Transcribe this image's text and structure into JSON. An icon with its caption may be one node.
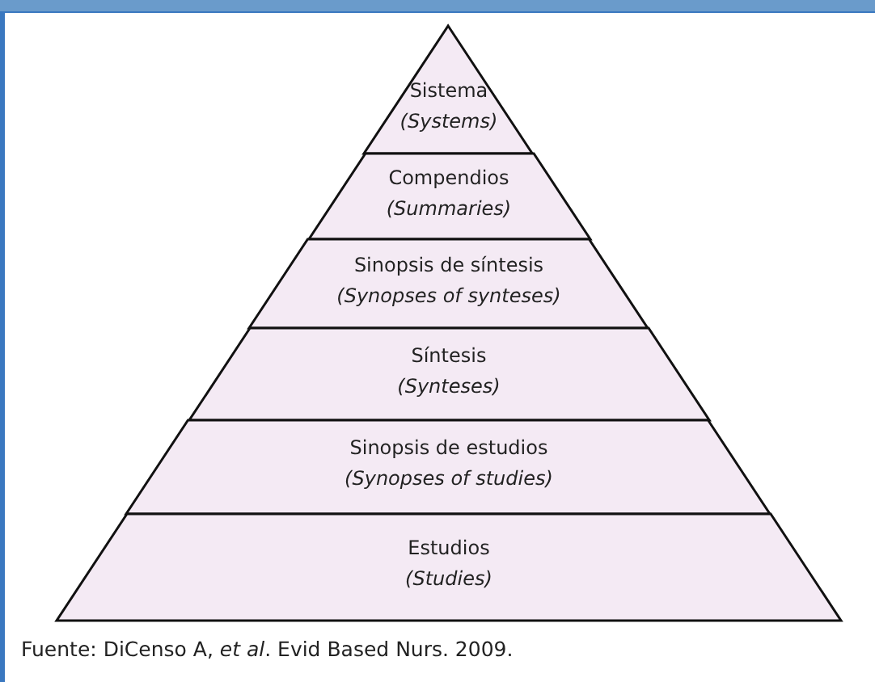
{
  "diagram": {
    "caption": "Fuente: DiCenso A, *et al*. Evid Based Nurs. 2009.",
    "nodes": [
      {
        "text": [
          "Sistema",
          "(Systems)"
        ]
      },
      {
        "text": [
          "Compendios",
          "(Summaries)"
        ]
      },
      {
        "text": [
          "Sinopsis de síntesis",
          "(Synopses of synteses)"
        ]
      },
      {
        "text": [
          "Síntesis",
          "(Synteses)"
        ]
      },
      {
        "text": [
          "Sinopsis de estudios",
          "(Synopses of studies)"
        ]
      },
      {
        "text": [
          "Estudios",
          "(Studies)"
        ]
      }
    ],
    "edges": []
  }
}
